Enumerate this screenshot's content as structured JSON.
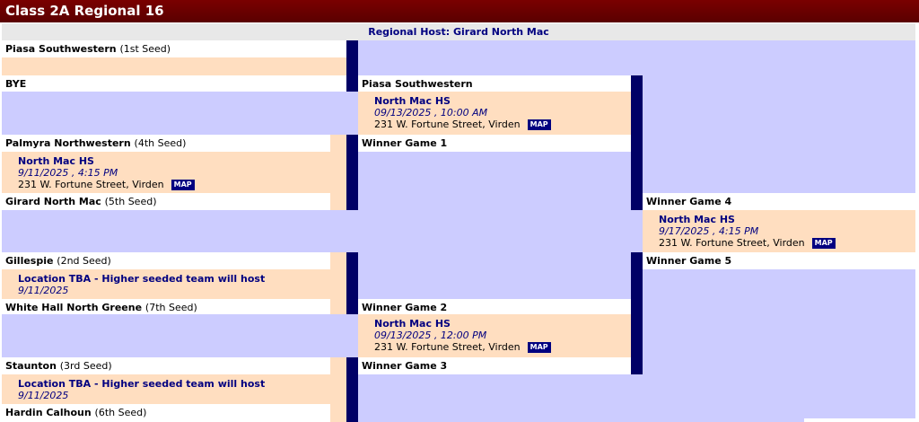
{
  "title": "Class 2A Regional 16",
  "host_line": "Regional Host: Girard North Mac",
  "round1": {
    "slots": [
      {
        "team": "Piasa Southwestern",
        "seed": "(1st Seed)"
      },
      {
        "team": "BYE",
        "seed": ""
      },
      {
        "team": "Palmyra Northwestern",
        "seed": "(4th Seed)"
      },
      {
        "team": "Girard North Mac",
        "seed": "(5th Seed)"
      },
      {
        "team": "Gillespie",
        "seed": "(2nd Seed)"
      },
      {
        "team": "White Hall North Greene",
        "seed": "(7th Seed)"
      },
      {
        "team": "Staunton",
        "seed": "(3rd Seed)"
      },
      {
        "team": "Hardin Calhoun",
        "seed": "(6th Seed)"
      }
    ],
    "games": [
      {
        "site": "North Mac HS",
        "datetime": "9/11/2025 , 4:15 PM",
        "address": "231 W. Fortune Street, Virden",
        "map": "MAP"
      },
      {
        "site": "Location TBA - Higher seeded team will host",
        "datetime": "9/11/2025"
      },
      {
        "site": "Location TBA - Higher seeded team will host",
        "datetime": "9/11/2025"
      }
    ]
  },
  "round2": {
    "slots": [
      "Piasa Southwestern",
      "Winner Game 1",
      "Winner Game 2",
      "Winner Game 3"
    ],
    "games": [
      {
        "site": "North Mac HS",
        "datetime": "09/13/2025 , 10:00 AM",
        "address": "231 W. Fortune Street, Virden",
        "map": "MAP"
      },
      {
        "site": "North Mac HS",
        "datetime": "09/13/2025 , 12:00 PM",
        "address": "231 W. Fortune Street, Virden",
        "map": "MAP"
      }
    ]
  },
  "final": {
    "slots": [
      "Winner Game 4",
      "Winner Game 5"
    ],
    "game": {
      "site": "North Mac HS",
      "datetime": "9/17/2025 , 4:15 PM",
      "address": "231 W. Fortune Street, Virden",
      "map": "MAP"
    }
  },
  "colors": {
    "header": "#6a0000",
    "background": "#ccccff",
    "game_box": "#ffdec0",
    "connector": "#000066",
    "link_text": "#000080"
  }
}
